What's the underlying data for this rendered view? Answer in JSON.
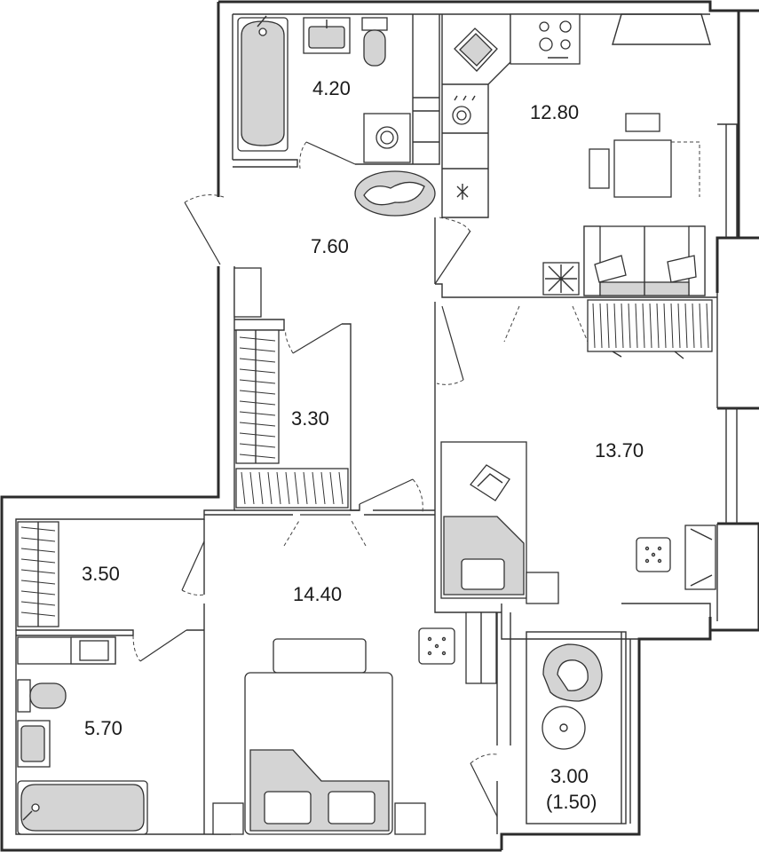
{
  "rooms": [
    {
      "id": "bathroom-top",
      "area": "4.20"
    },
    {
      "id": "kitchen",
      "area": "12.80"
    },
    {
      "id": "hallway",
      "area": "7.60"
    },
    {
      "id": "closet",
      "area": "3.30"
    },
    {
      "id": "bedroom-right",
      "area": "13.70"
    },
    {
      "id": "storage-left",
      "area": "3.50"
    },
    {
      "id": "bedroom-main",
      "area": "14.40"
    },
    {
      "id": "bathroom-bottom",
      "area": "5.70"
    },
    {
      "id": "balcony",
      "area": "3.00",
      "sub_area": "(1.50)"
    }
  ]
}
